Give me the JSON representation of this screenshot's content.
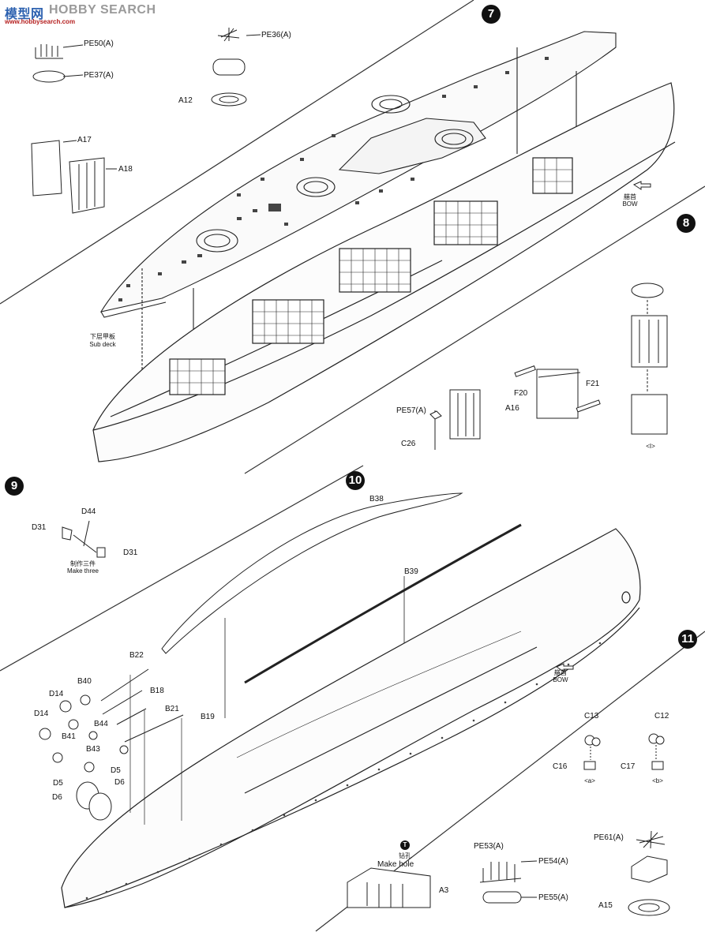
{
  "watermark": {
    "brand": "模型网",
    "text": "HOBBY SEARCH",
    "url": "www.hobbysearch.com"
  },
  "steps": [
    "7",
    "8",
    "9",
    "10",
    "11"
  ],
  "labels": {
    "pe50": "PE50(A)",
    "pe37": "PE37(A)",
    "pe36": "PE36(A)",
    "a12": "A12",
    "a17": "A17",
    "a18": "A18",
    "sub_deck_cn": "下层甲板",
    "sub_deck_en": "Sub deck",
    "bow_cn": "艏首",
    "bow_en": "BOW",
    "pe57": "PE57(A)",
    "c26": "C26",
    "f20": "F20",
    "a16": "A16",
    "f21": "F21",
    "mark_i": "<I>",
    "d44": "D44",
    "d31a": "D31",
    "d31b": "D31",
    "make_three_cn": "制作三件",
    "make_three_en": "Make three",
    "b38": "B38",
    "b39": "B39",
    "b22": "B22",
    "b40": "B40",
    "b18": "B18",
    "d14a": "D14",
    "d14b": "D14",
    "b21": "B21",
    "b44": "B44",
    "b19": "B19",
    "b41": "B41",
    "b43": "B43",
    "d5a": "D5",
    "d5b": "D5",
    "d6a": "D6",
    "d6b": "D6",
    "bow2_cn": "艏首",
    "bow2_en": "BOW",
    "c13": "C13",
    "c12": "C12",
    "c16": "C16",
    "c17": "C17",
    "mark_a": "<a>",
    "mark_b": "<b>",
    "drill_icon": "T",
    "drill_cn": "钻孔",
    "drill_en": "Make hole",
    "pe53": "PE53(A)",
    "pe54": "PE54(A)",
    "pe55": "PE55(A)",
    "a3": "A3",
    "pe61": "PE61(A)",
    "a15": "A15"
  }
}
